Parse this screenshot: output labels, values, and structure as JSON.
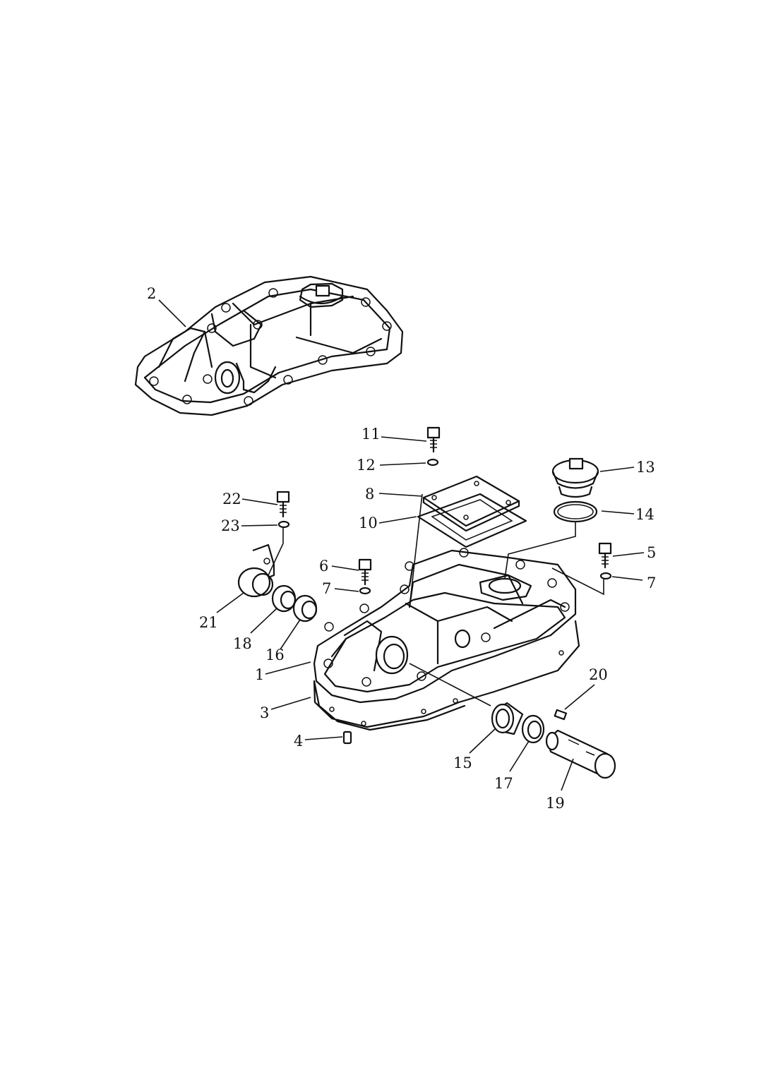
{
  "callouts": [
    {
      "id": "2",
      "text": "2"
    },
    {
      "id": "11",
      "text": "11"
    },
    {
      "id": "12",
      "text": "12"
    },
    {
      "id": "8",
      "text": "8"
    },
    {
      "id": "10",
      "text": "10"
    },
    {
      "id": "13",
      "text": "13"
    },
    {
      "id": "14",
      "text": "14"
    },
    {
      "id": "22",
      "text": "22"
    },
    {
      "id": "23",
      "text": "23"
    },
    {
      "id": "6",
      "text": "6"
    },
    {
      "id": "7a",
      "text": "7"
    },
    {
      "id": "5",
      "text": "5"
    },
    {
      "id": "7b",
      "text": "7"
    },
    {
      "id": "21",
      "text": "21"
    },
    {
      "id": "18",
      "text": "18"
    },
    {
      "id": "16",
      "text": "16"
    },
    {
      "id": "1",
      "text": "1"
    },
    {
      "id": "3",
      "text": "3"
    },
    {
      "id": "4",
      "text": "4"
    },
    {
      "id": "20",
      "text": "20"
    },
    {
      "id": "15",
      "text": "15"
    },
    {
      "id": "17",
      "text": "17"
    },
    {
      "id": "19",
      "text": "19"
    }
  ]
}
